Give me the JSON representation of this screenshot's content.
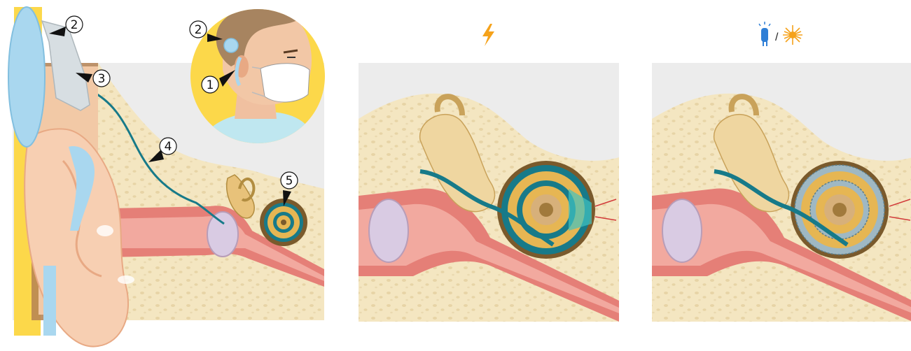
{
  "diagram": {
    "callouts": [
      {
        "id": "2a",
        "label": "2"
      },
      {
        "id": "3",
        "label": "3"
      },
      {
        "id": "2b",
        "label": "2"
      },
      {
        "id": "1",
        "label": "1"
      },
      {
        "id": "4",
        "label": "4"
      },
      {
        "id": "5",
        "label": "5"
      }
    ],
    "panels": [
      {
        "name": "overview"
      },
      {
        "name": "electric-stimulation",
        "symbol": "lightning-bolt-icon"
      },
      {
        "name": "optical-stimulation",
        "symbols": [
          "led-icon",
          "laser-burst-icon"
        ],
        "separator": "/"
      }
    ],
    "colors": {
      "bone": "#f4e6c1",
      "bone_pore": "#e6d3a5",
      "soft_tissue": "#f1a79e",
      "canal": "#e57f77",
      "ear_skin": "#f2c9a6",
      "implant": "#a9d7ef",
      "lead": "#177a89",
      "cochlea_fill": "#e6b653",
      "accent_orange": "#f5a21b",
      "accent_blue": "#2f7fd6",
      "ring_yellow": "#fcd84a"
    }
  }
}
